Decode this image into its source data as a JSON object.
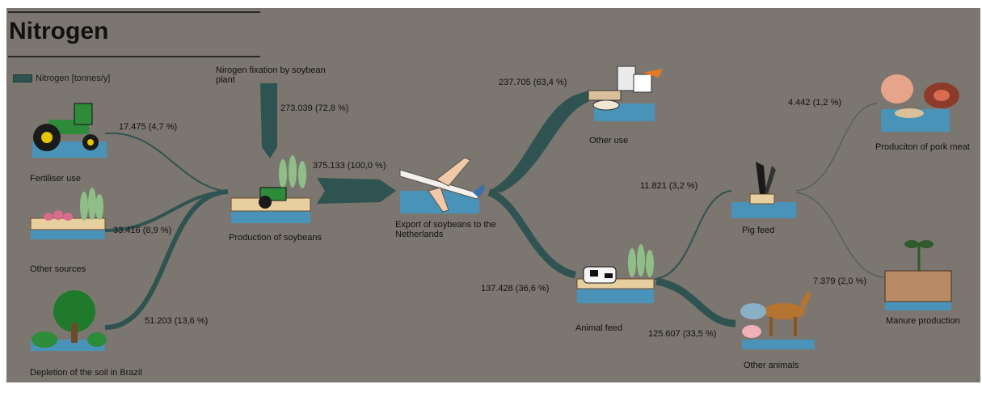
{
  "title": "Nitrogen",
  "legend": "Nitrogen [tonnes/y]",
  "colors": {
    "flow": "#2f5350",
    "background": "#7c7670",
    "node_base": "#4a93b8"
  },
  "nodes": {
    "fertiliser": "Fertiliser use",
    "other_sources": "Other sources",
    "depletion": "Depletion of the soil in Brazil",
    "fixation": "Nirogen fixation by soybean plant",
    "production": "Production of soybeans",
    "export": "Export of soybeans to the Netherlands",
    "other_use": "Other use",
    "animal_feed": "Animal feed",
    "pig_feed": "Pig feed",
    "other_animals": "Other animals",
    "pork": "Produciton of pork meat",
    "manure": "Manure production"
  },
  "flows": {
    "fertiliser": "17.475 (4,7 %)",
    "other_sources": "33.416 (8,9 %)",
    "depletion": "51.203 (13,6 %)",
    "fixation": "273.039 (72,8 %)",
    "export": "375.133 (100,0 %)",
    "other_use": "237.705 (63,4 %)",
    "animal_feed": "137.428 (36,6 %)",
    "pig_feed": "11.821 (3,2 %)",
    "other_animals": "125.607 (33,5 %)",
    "pork": "4.442 (1,2 %)",
    "manure": "7.379 (2,0 %)"
  }
}
